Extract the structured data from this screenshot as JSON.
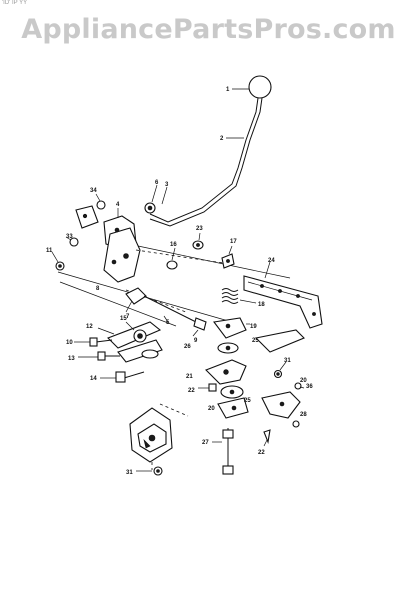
{
  "header": {
    "watermark": "AppliancePartsPros.com",
    "corner_text": "'ID'  IP  YY"
  },
  "diagram": {
    "callouts": [
      {
        "id": "1",
        "label": "1"
      },
      {
        "id": "2",
        "label": "2"
      },
      {
        "id": "3",
        "label": "3"
      },
      {
        "id": "4",
        "label": "4"
      },
      {
        "id": "5",
        "label": "5"
      },
      {
        "id": "6",
        "label": "6"
      },
      {
        "id": "7",
        "label": "7"
      },
      {
        "id": "8",
        "label": "8"
      },
      {
        "id": "9",
        "label": "9"
      },
      {
        "id": "10",
        "label": "10"
      },
      {
        "id": "11",
        "label": "11"
      },
      {
        "id": "12",
        "label": "12"
      },
      {
        "id": "13",
        "label": "13"
      },
      {
        "id": "14",
        "label": "14"
      },
      {
        "id": "15",
        "label": "15"
      },
      {
        "id": "16",
        "label": "16"
      },
      {
        "id": "17",
        "label": "17"
      },
      {
        "id": "18",
        "label": "18"
      },
      {
        "id": "19",
        "label": "19"
      },
      {
        "id": "20a",
        "label": "20"
      },
      {
        "id": "20b",
        "label": "20"
      },
      {
        "id": "21",
        "label": "21"
      },
      {
        "id": "22a",
        "label": "22"
      },
      {
        "id": "22b",
        "label": "22"
      },
      {
        "id": "23",
        "label": "23"
      },
      {
        "id": "24",
        "label": "24"
      },
      {
        "id": "25a",
        "label": "25"
      },
      {
        "id": "25b",
        "label": "25"
      },
      {
        "id": "26",
        "label": "26"
      },
      {
        "id": "27",
        "label": "27"
      },
      {
        "id": "28",
        "label": "28"
      },
      {
        "id": "31a",
        "label": "31"
      },
      {
        "id": "31b",
        "label": "31"
      },
      {
        "id": "33",
        "label": "33"
      },
      {
        "id": "34",
        "label": "34"
      },
      {
        "id": "36",
        "label": "36"
      }
    ]
  }
}
